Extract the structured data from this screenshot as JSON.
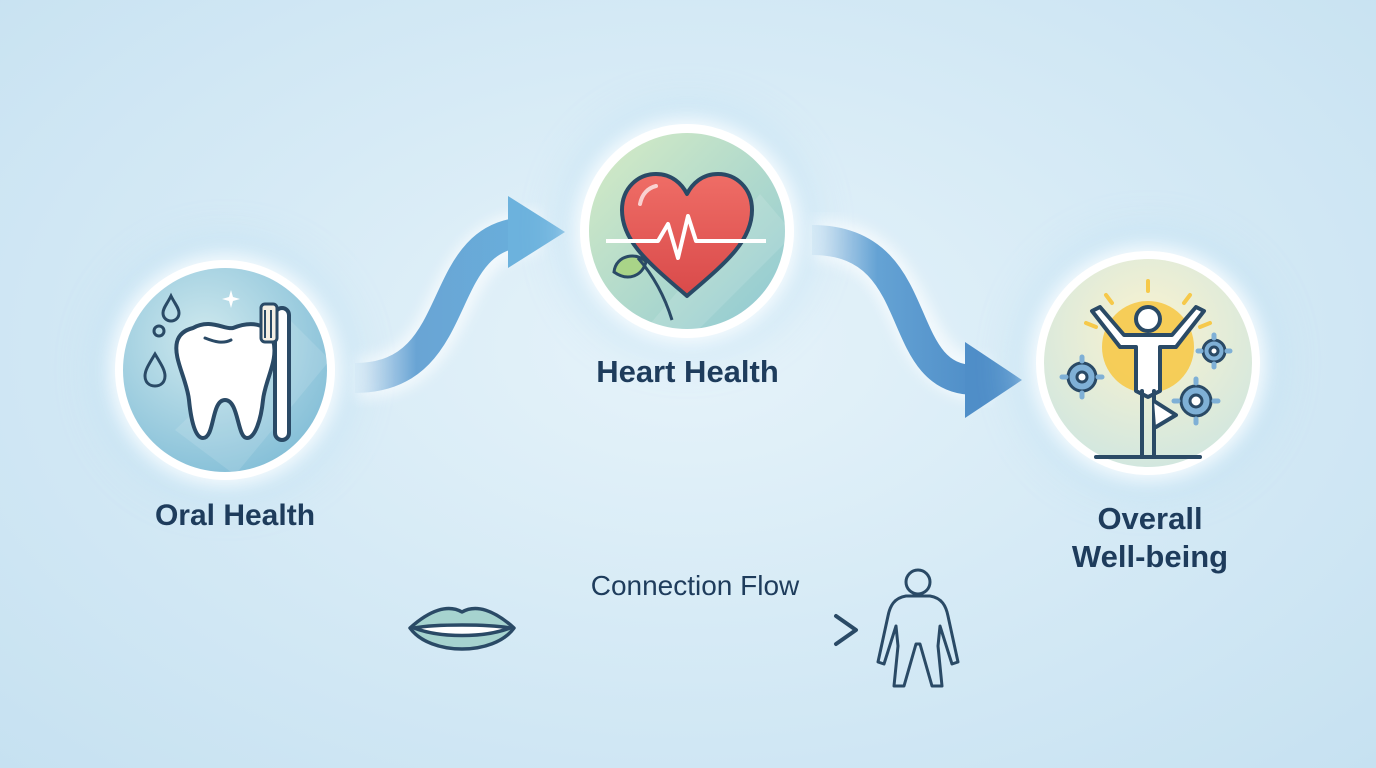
{
  "nodes": {
    "oral": {
      "label": "Oral Health"
    },
    "heart": {
      "label": "Heart Health"
    },
    "wellbeing": {
      "label_line1": "Overall",
      "label_line2": "Well-being"
    }
  },
  "connection": {
    "label": "Connection Flow"
  },
  "icons": {
    "oral": "tooth-toothbrush-icon",
    "heart": "heart-pulse-icon",
    "wellbeing": "person-yoga-icon",
    "from": "lips-icon",
    "to": "human-body-icon"
  },
  "colors": {
    "background": "#d7ebf6",
    "text": "#1e3c5c",
    "arrow": "#5a9bd0",
    "heart": "#e8605a",
    "sun": "#f6c94a"
  }
}
